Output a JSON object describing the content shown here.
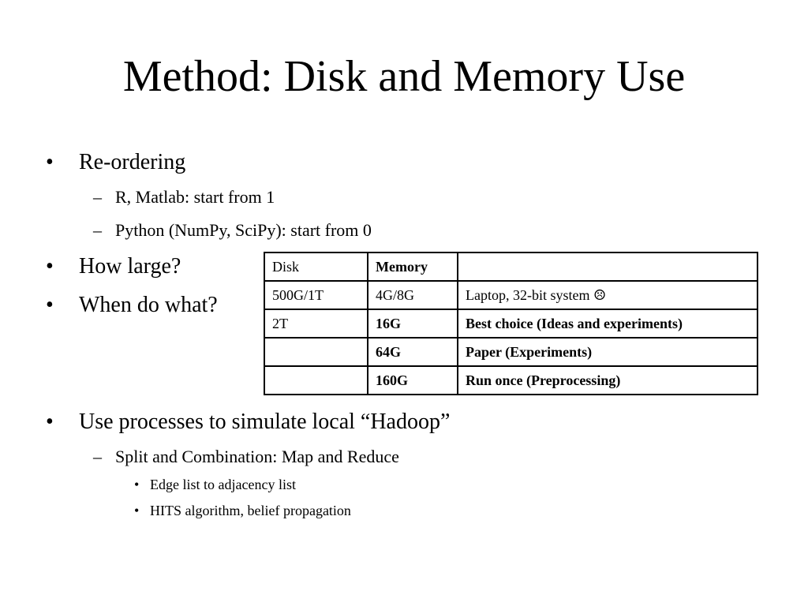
{
  "slide": {
    "title": "Method: Disk and Memory Use",
    "bullets": [
      {
        "text": "Re-ordering",
        "sub": [
          {
            "text": "R, Matlab: start from 1"
          },
          {
            "text": "Python (NumPy, SciPy): start from 0"
          }
        ]
      },
      {
        "text": "How large?"
      },
      {
        "text": "When do what?"
      },
      {
        "text": "Use processes to simulate local “Hadoop”",
        "sub": [
          {
            "text": "Split and Combination: Map and Reduce",
            "sub": [
              {
                "text": "Edge list to adjacency list"
              },
              {
                "text": "HITS algorithm, belief propagation"
              }
            ]
          }
        ]
      }
    ],
    "bullet_glyph": "•",
    "dash_glyph": "–",
    "table": {
      "headers": [
        "Disk",
        "Memory",
        ""
      ],
      "rows": [
        [
          "500G/1T",
          "4G/8G",
          "Laptop, 32-bit system ☹"
        ],
        [
          "2T",
          "16G",
          "Best choice (Ideas and experiments)"
        ],
        [
          "",
          "64G",
          "Paper (Experiments)"
        ],
        [
          "",
          "160G",
          "Run once (Preprocessing)"
        ]
      ]
    }
  }
}
